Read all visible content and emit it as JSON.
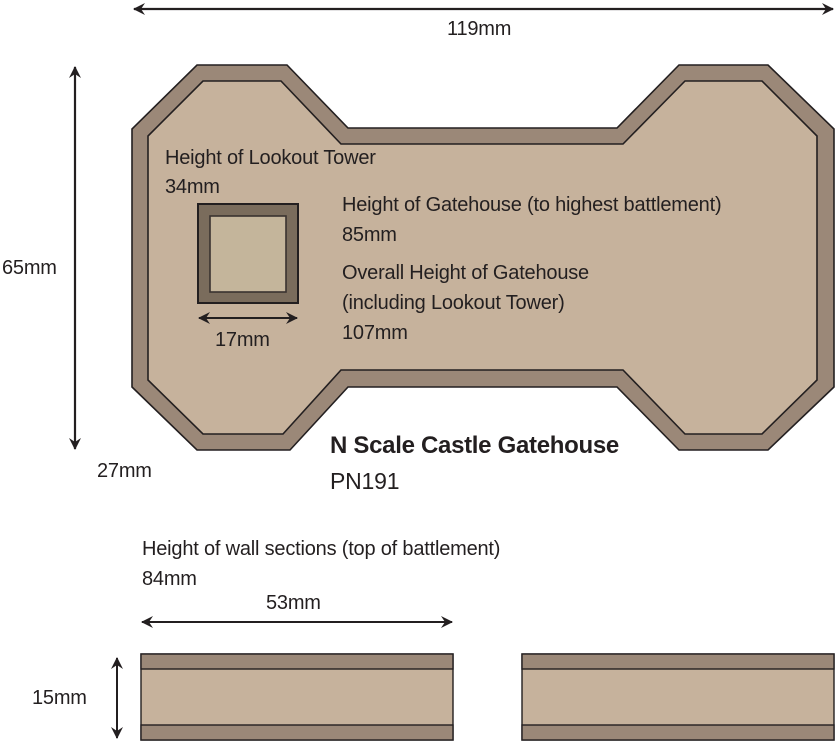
{
  "product": {
    "title": "N Scale Castle Gatehouse",
    "part_number": "PN191"
  },
  "gatehouse": {
    "width_label": "119mm",
    "depth_label": "65mm",
    "side_label": "27mm",
    "gatehouse_height_caption": "Height of Gatehouse (to highest battlement)",
    "gatehouse_height_value": "85mm",
    "overall_height_caption_line1": "Overall Height of Gatehouse",
    "overall_height_caption_line2": "(including Lookout Tower)",
    "overall_height_value": "107mm"
  },
  "lookout_tower": {
    "height_caption": "Height of Lookout Tower",
    "height_value": "34mm",
    "width_label": "17mm"
  },
  "wall_sections": {
    "height_caption": "Height of wall sections (top of battlement)",
    "height_value": "84mm",
    "length_label": "53mm",
    "depth_label": "15mm",
    "count": 2
  },
  "colors": {
    "outline": "#231f20",
    "border_band": "#9b8878",
    "fill": "#c6b29c",
    "tower_outer": "#7a6c5c",
    "tower_inner": "#c4b59b"
  }
}
